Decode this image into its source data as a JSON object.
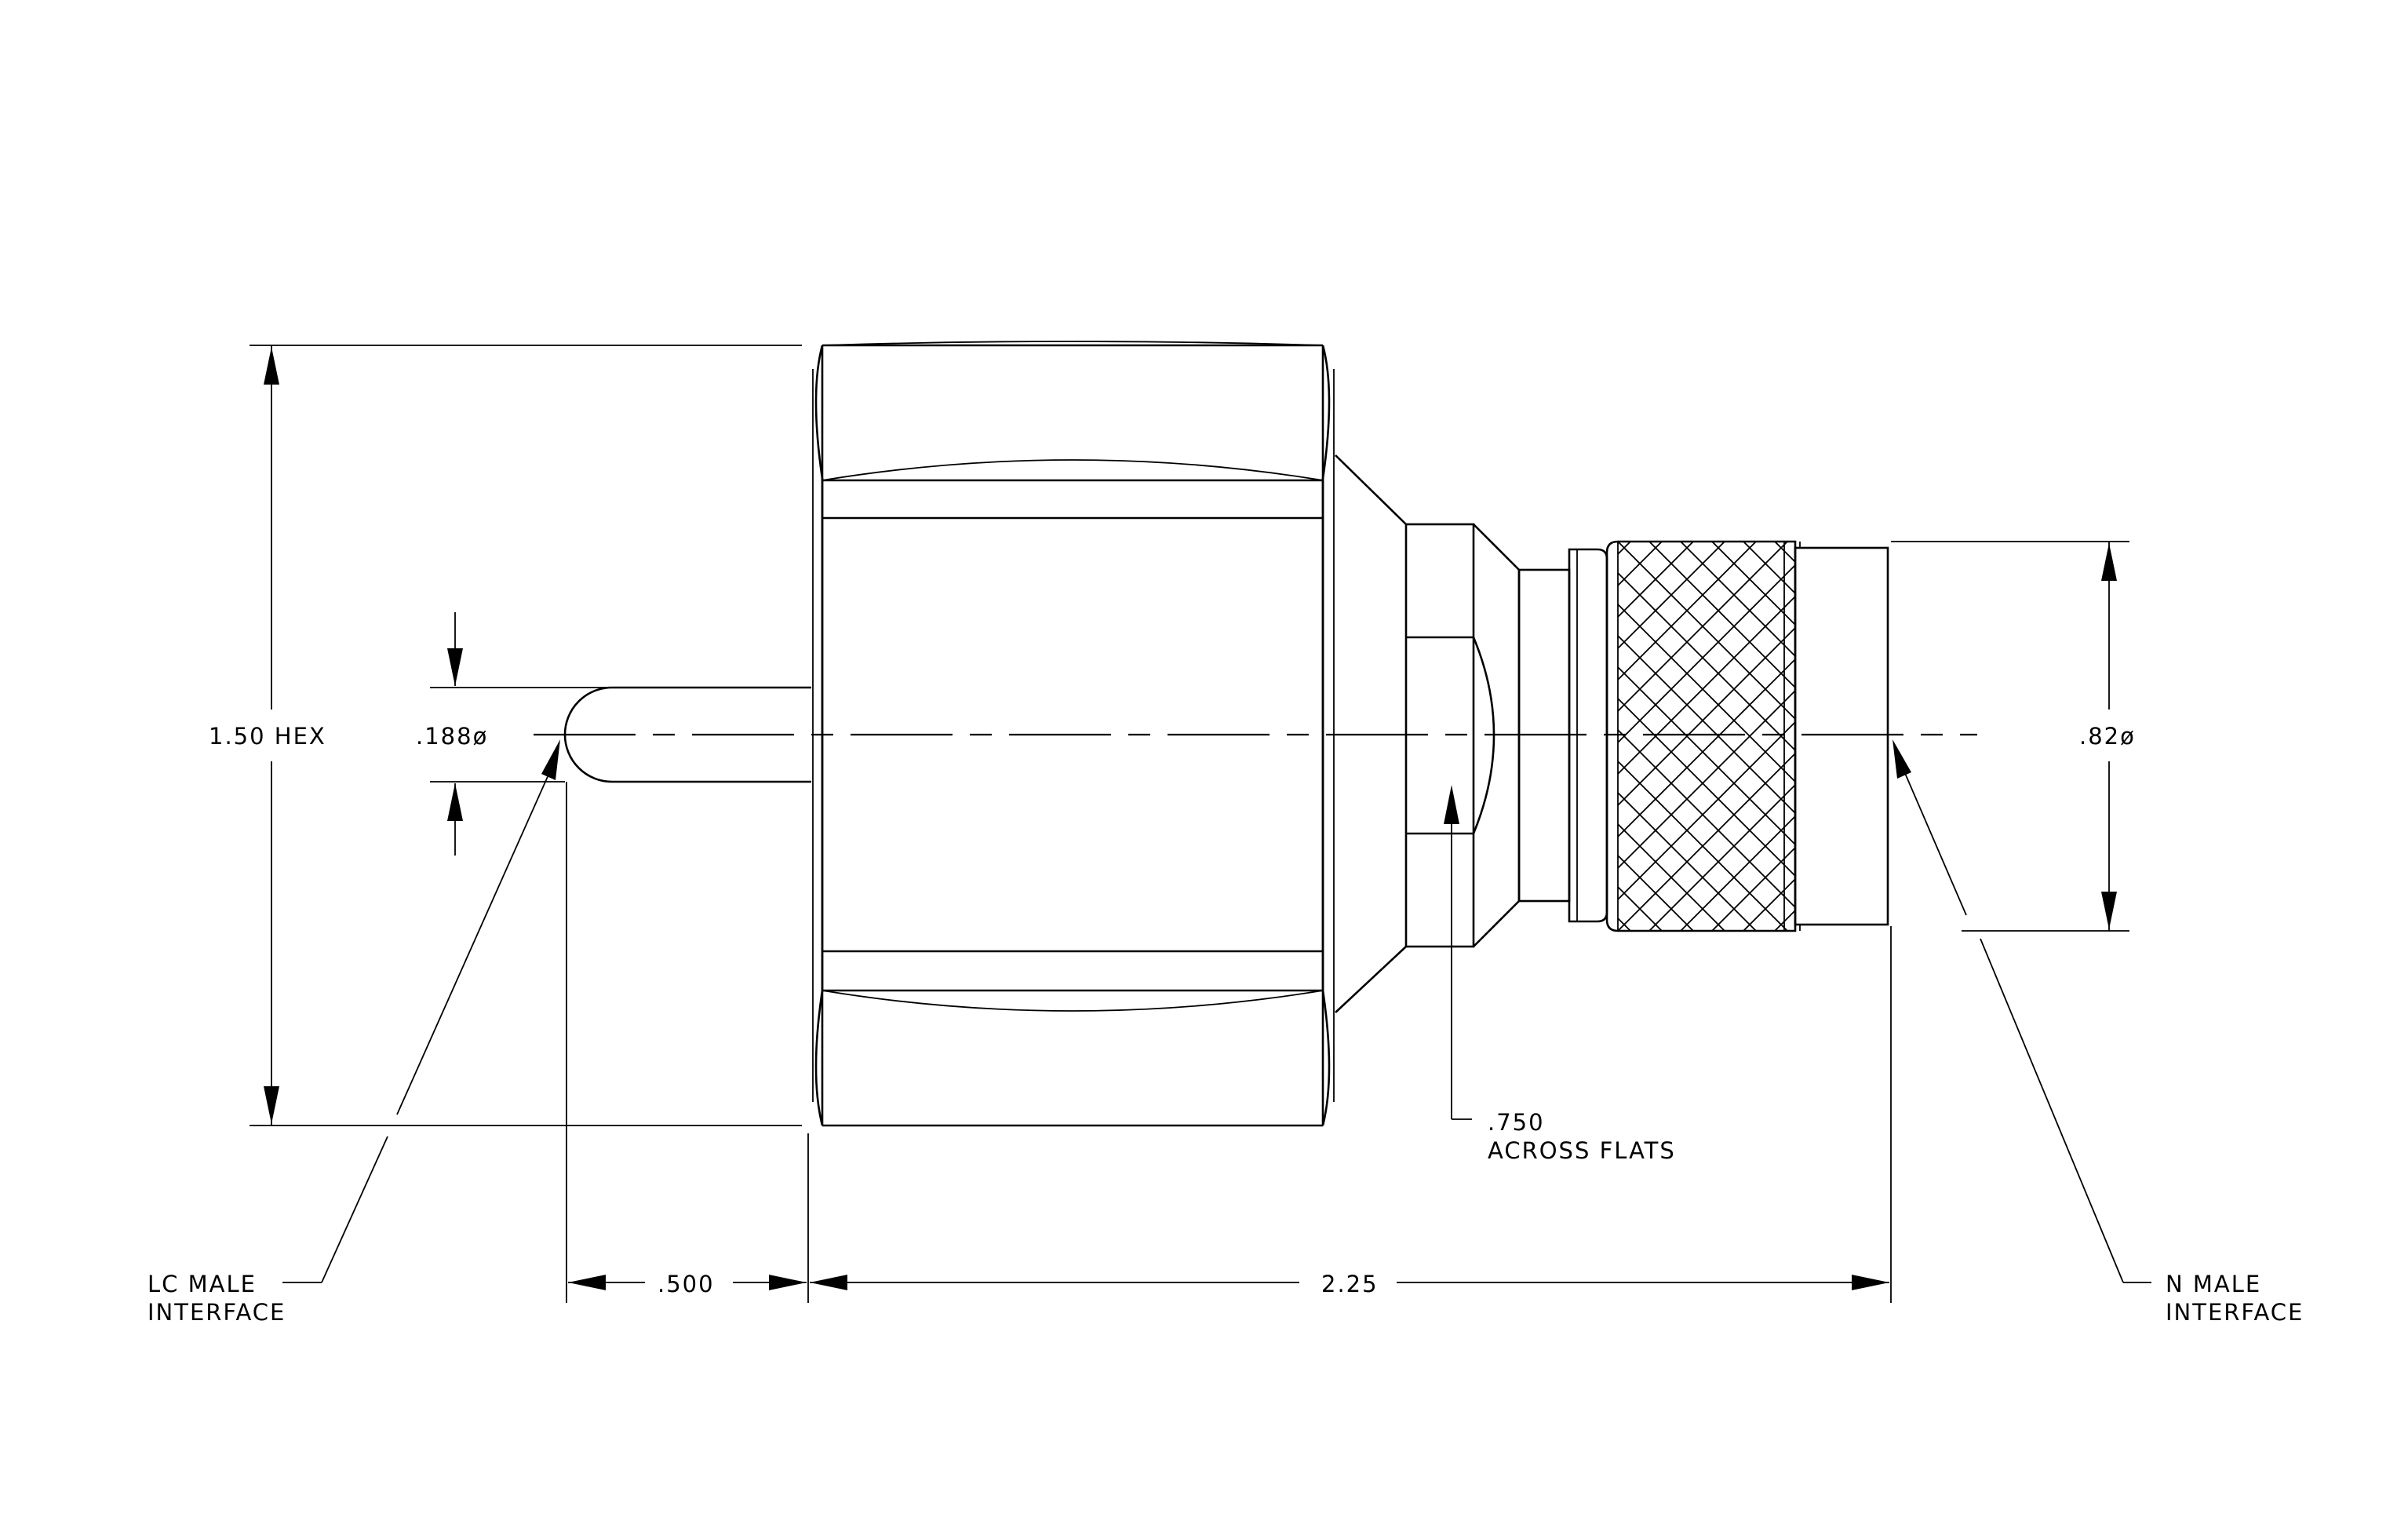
{
  "labels": {
    "hex_dim": "1.50 HEX",
    "pin_dim": ".188ø",
    "od_dim": ".82ø",
    "flats_dim_value": ".750",
    "flats_dim_text": "ACROSS FLATS",
    "pin_len_dim": ".500",
    "overall_len_dim": "2.25",
    "lc_line1": "LC MALE",
    "lc_line2": "INTERFACE",
    "n_line1": "N MALE",
    "n_line2": "INTERFACE"
  }
}
